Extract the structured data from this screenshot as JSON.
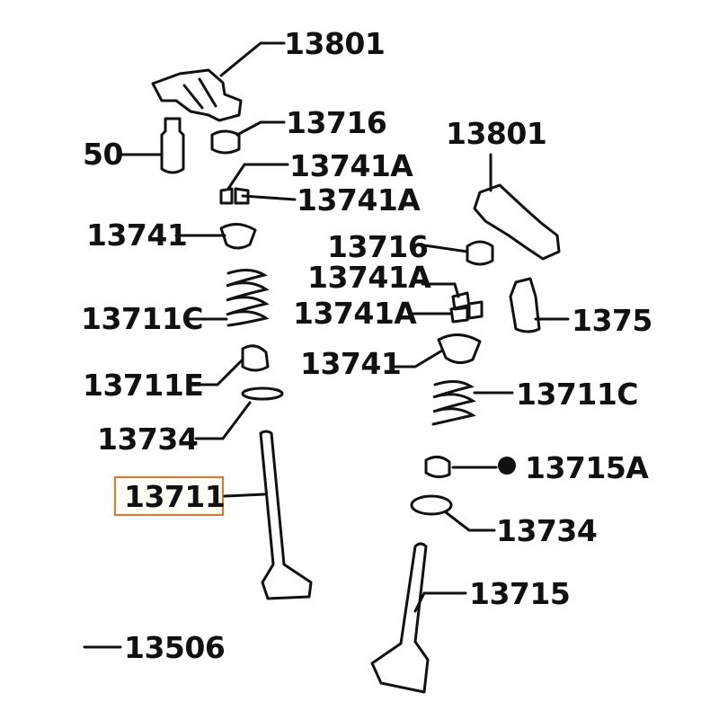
{
  "labels": {
    "rocker_arm_1": "13801",
    "pad_1": "13716",
    "lash_adjuster_1": "50",
    "keeper_1a": "13741A",
    "keeper_1b": "13741A",
    "retainer_1": "13741",
    "spring_1": "13711C",
    "seal_1": "13711E",
    "seat_1": "13734",
    "intake_valve": "13711",
    "camshaft": "13506",
    "rocker_arm_2": "13801",
    "pad_2": "13716",
    "keeper_2a": "13741A",
    "keeper_2b": "13741A",
    "lash_adjuster_2": "1375",
    "retainer_2": "13741",
    "spring_2": "13711C",
    "seal_2": "13715A",
    "seat_2": "13734",
    "exhaust_valve": "13715"
  },
  "highlight_color": "#e8742a"
}
